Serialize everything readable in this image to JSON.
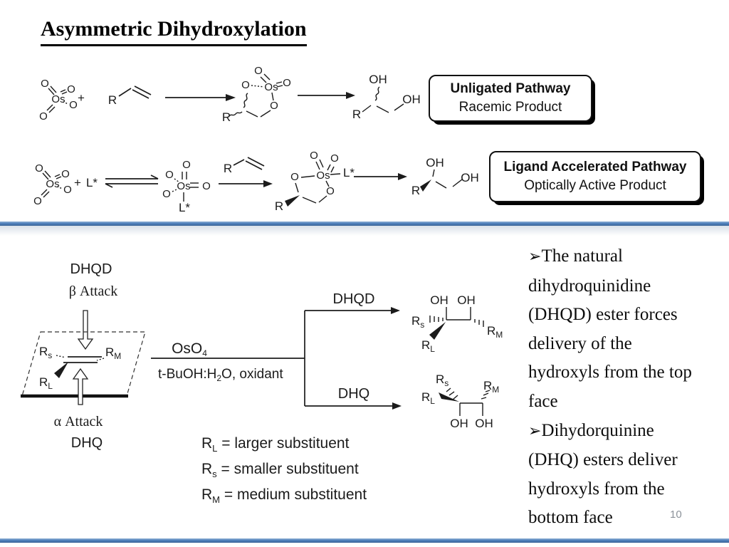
{
  "slide": {
    "title": "Asymmetric Dihydroxylation",
    "page_number": "10"
  },
  "glyphs": {
    "O": "O",
    "Os": "Os",
    "OH": "OH",
    "R": "R",
    "plus": "+",
    "Lstar": "L*",
    "subS": "s",
    "subM": "M",
    "subL": "L"
  },
  "pathway_boxes": {
    "unligated": {
      "title": "Unligated Pathway",
      "subtitle": "Racemic Product"
    },
    "ligand_accelerated": {
      "title": "Ligand Accelerated Pathway",
      "subtitle": "Optically Active Product"
    }
  },
  "mechanism": {
    "dhqd_label": "DHQD",
    "beta_attack": "β Attack",
    "alpha_attack": "α Attack",
    "dhq_label": "DHQ",
    "reagent_main": "OsO",
    "reagent_sub": "4",
    "conditions_pre": "t-BuOH:H",
    "conditions_sub": "2",
    "conditions_post": "O, oxidant",
    "branch_top": "DHQD",
    "branch_bottom": "DHQ"
  },
  "legend": [
    {
      "sym": "R",
      "sub": "L",
      "text": " = larger substituent"
    },
    {
      "sym": "R",
      "sub": "s",
      "text": " = smaller substituent"
    },
    {
      "sym": "R",
      "sub": "M",
      "text": " = medium substituent"
    }
  ],
  "notes": {
    "bullet_char": "➢",
    "items": [
      "The natural dihydroquinidine (DHQD) ester forces delivery of the hydroxyls from the top face",
      "Dihydorquinine (DHQ) esters deliver hydroxyls from the bottom face"
    ]
  }
}
